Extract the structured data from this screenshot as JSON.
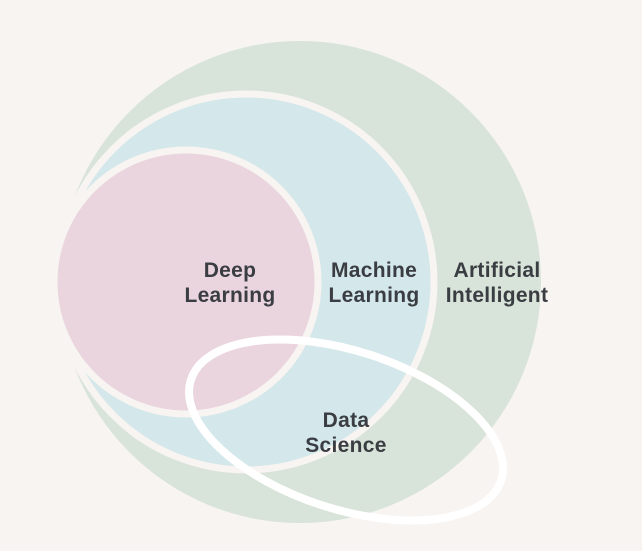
{
  "colors": {
    "background": "#f7f4f1",
    "artificial_intelligent": "#d8e3d9",
    "machine_learning": "#d4e7ea",
    "deep_learning": "#ead5de",
    "outline": "#f7f4f1",
    "data_science_outline": "#ffffff",
    "text": "#3a3d42"
  },
  "diagram": {
    "artificial_intelligent": {
      "line1": "Artificial",
      "line2": "Intelligent"
    },
    "machine_learning": {
      "line1": "Machine",
      "line2": "Learning"
    },
    "deep_learning": {
      "line1": "Deep",
      "line2": "Learning"
    },
    "data_science": {
      "line1": "Data",
      "line2": "Science"
    }
  }
}
